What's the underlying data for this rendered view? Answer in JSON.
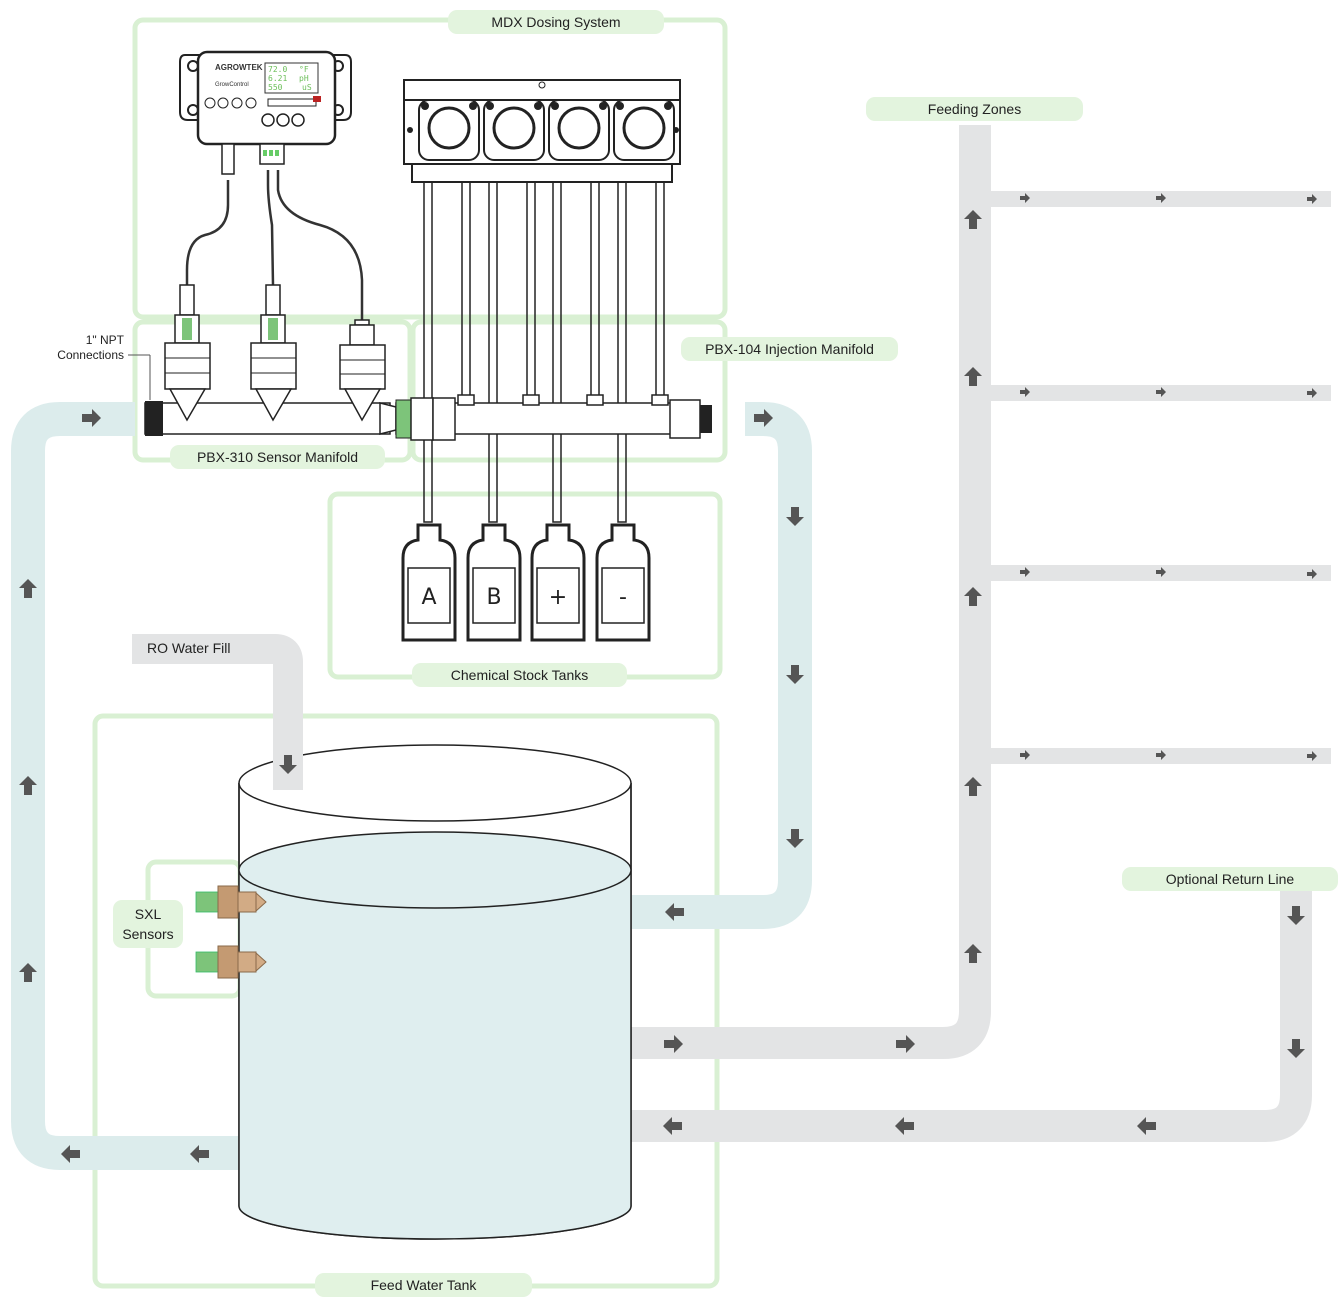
{
  "labels": {
    "mdx": "MDX Dosing System",
    "feeding_zones": "Feeding Zones",
    "pbx104": "PBX-104 Injection Manifold",
    "pbx310": "PBX-310 Sensor Manifold",
    "npt_line1": "1\" NPT",
    "npt_line2": "Connections",
    "stock_tanks": "Chemical Stock Tanks",
    "ro_fill": "RO Water Fill",
    "sxl_line1": "SXL",
    "sxl_line2": "Sensors",
    "return_line": "Optional Return Line",
    "feed_tank": "Feed Water Tank"
  },
  "stock_tank_letters": [
    "A",
    "B",
    "+",
    "-"
  ],
  "controller": {
    "brand": "AGROWTEK",
    "model": "GrowControl",
    "readings": [
      {
        "value": "72.0",
        "unit": "°F"
      },
      {
        "value": "6.21",
        "unit": "pH"
      },
      {
        "value": "550",
        "unit": "uS"
      }
    ]
  },
  "colors": {
    "group_outline": "#d9f0d3",
    "label_fill": "#e3f4de",
    "supply_pipe": "#dcecec",
    "drain_pipe": "#e3e4e5",
    "arrow": "#555555",
    "water": "#dfeeef"
  }
}
